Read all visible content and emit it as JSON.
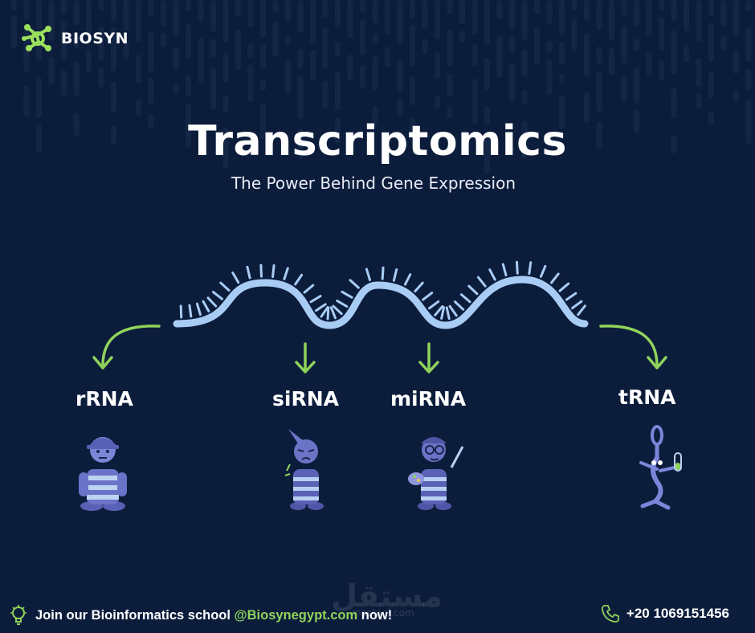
{
  "brand": {
    "name": "BIOSYN"
  },
  "header": {
    "title": "Transcriptomics",
    "subtitle": "The Power Behind Gene Expression"
  },
  "rna_types": [
    {
      "label": "rRNA",
      "character_icon": "construction-worker-character"
    },
    {
      "label": "siRNA",
      "character_icon": "ninja-character"
    },
    {
      "label": "miRNA",
      "character_icon": "painter-character"
    },
    {
      "label": "tRNA",
      "character_icon": "runner-test-tube-character"
    }
  ],
  "watermark": {
    "text": "مستقل",
    "sub": "mostaql.com"
  },
  "footer": {
    "cta_prefix": "Join our Bioinformatics school ",
    "cta_handle": "@Biosynegypt.com",
    "cta_suffix": " now!",
    "phone": "+20 1069151456"
  },
  "colors": {
    "background": "#0c1d3c",
    "strand": "#a9ccf5",
    "arrow": "#8fd35a",
    "accent_green": "#8fd35a"
  }
}
